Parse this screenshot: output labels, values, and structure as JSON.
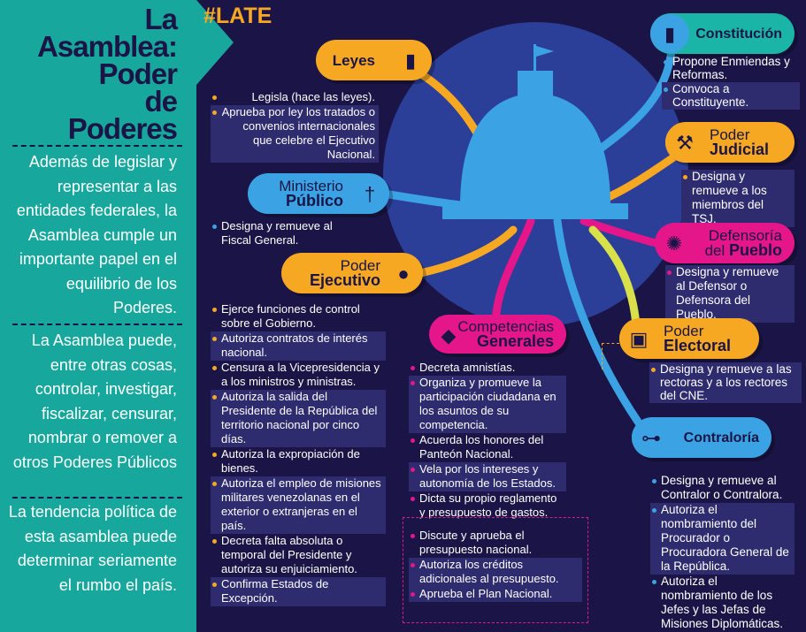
{
  "sidebar": {
    "title": [
      "La",
      "Asamblea:",
      "Poder",
      "de",
      "Poderes"
    ],
    "paragraphs": [
      "Además de legislar y representar a las entidades federales, la Asamblea cumple un importante papel en el equilibrio de los Poderes.",
      "La Asamblea puede, entre otras cosas, controlar, investigar, fiscalizar, censurar, nombrar o remover a otros Poderes Públicos",
      "La tendencia política de esta asamblea puede determinar seriamente el rumbo el país."
    ]
  },
  "hashtag": "#LATE",
  "colors": {
    "teal": "#18a79c",
    "navy": "#1b1547",
    "orange": "#f7a823",
    "blue": "#3ba3e3",
    "pink": "#e5168a"
  },
  "nodes": {
    "leyes": {
      "label": "Leyes",
      "icon": "book-icon",
      "items": [
        "Legisla (hace las leyes).",
        "Aprueba por ley los tratados o convenios internacionales que celebre el Ejecutivo Nacional."
      ]
    },
    "ministerio": {
      "label1": "Ministerio",
      "label2": "Público",
      "icon": "sword-icon",
      "items": [
        "Designa y remueve al Fiscal General."
      ]
    },
    "ejecutivo": {
      "label1": "Poder",
      "label2": "Ejecutivo",
      "icon": "president-icon",
      "items": [
        "Ejerce funciones de control sobre el Gobierno.",
        "Autoriza contratos de interés nacional.",
        "Censura a la Vicepresidencia y a los ministros y ministras.",
        "Autoriza la salida del Presidente de la República del territorio nacional por cinco días.",
        "Autoriza la expropiación de bienes.",
        "Autoriza el empleo de misiones militares venezolanas en el exterior o extranjeras en el país.",
        "Decreta falta absoluta o temporal del Presidente y autoriza su enjuiciamiento.",
        "Confirma Estados de Excepción."
      ]
    },
    "competencias": {
      "label1": "Competencias",
      "label2": "Generales",
      "icon": "map-icon",
      "items": [
        "Decreta amnistías.",
        "Organiza y promueve la participación ciudadana en los asuntos de su competencia.",
        "Acuerda los honores del Panteón Nacional.",
        "Vela por los intereses y autonomía de los Estados.",
        "Dicta su propio reglamento y presupuesto de gastos."
      ],
      "budget": [
        "Discute y aprueba el presupuesto nacional.",
        "Autoriza los créditos adicionales al presupuesto.",
        "Aprueba el Plan Nacional."
      ]
    },
    "constitucion": {
      "label": "Constitución",
      "icon": "book-icon",
      "items": [
        "Propone Enmiendas y Reformas.",
        "Convoca a Constituyente."
      ]
    },
    "judicial": {
      "label1": "Poder",
      "label2": "Judicial",
      "icon": "gavel-icon",
      "items": [
        "Designa y remueve a los miembros del TSJ."
      ]
    },
    "defensoria": {
      "label1": "Defensoría",
      "label2": "del",
      "label3": "Pueblo",
      "icon": "people-tree-icon",
      "items": [
        "Designa y remueve al Defensor o Defensora del Pueblo."
      ]
    },
    "electoral": {
      "label1": "Poder",
      "label2": "Electoral",
      "icon": "ballot-box-icon",
      "items": [
        "Designa y remueve a las rectoras y a los rectores del CNE."
      ]
    },
    "contraloria": {
      "label": "Contraloría",
      "icon": "circuit-icon",
      "items": [
        "Designa y remueve al Contralor o Contralora.",
        "Autoriza el nombramiento del Procurador o Procuradora General de la República.",
        "Autoriza el nombramiento de los Jefes y las Jefas de Misiones Diplomáticas."
      ]
    }
  }
}
